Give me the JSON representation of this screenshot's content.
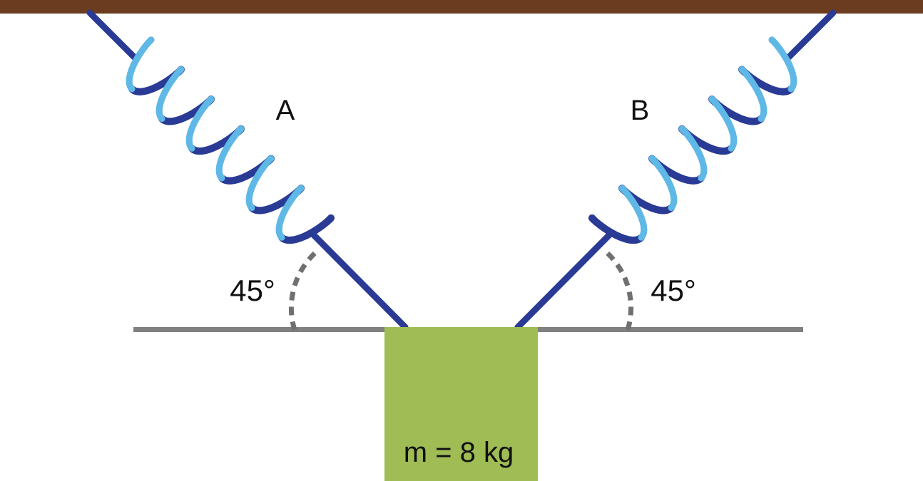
{
  "springs": [
    {
      "label": "A",
      "angle_label": "45°"
    },
    {
      "label": "B",
      "angle_label": "45°"
    }
  ],
  "mass": {
    "label": "m = 8 kg"
  },
  "colors": {
    "ceiling": "#6b3c1f",
    "spring_dark": "#2a3b95",
    "spring_mid": "#2f62b5",
    "spring_light": "#5fb8e6",
    "horizontal_line": "#808080",
    "angle_arc": "#707070",
    "mass_block": "#9fbc55",
    "text": "#111111"
  }
}
